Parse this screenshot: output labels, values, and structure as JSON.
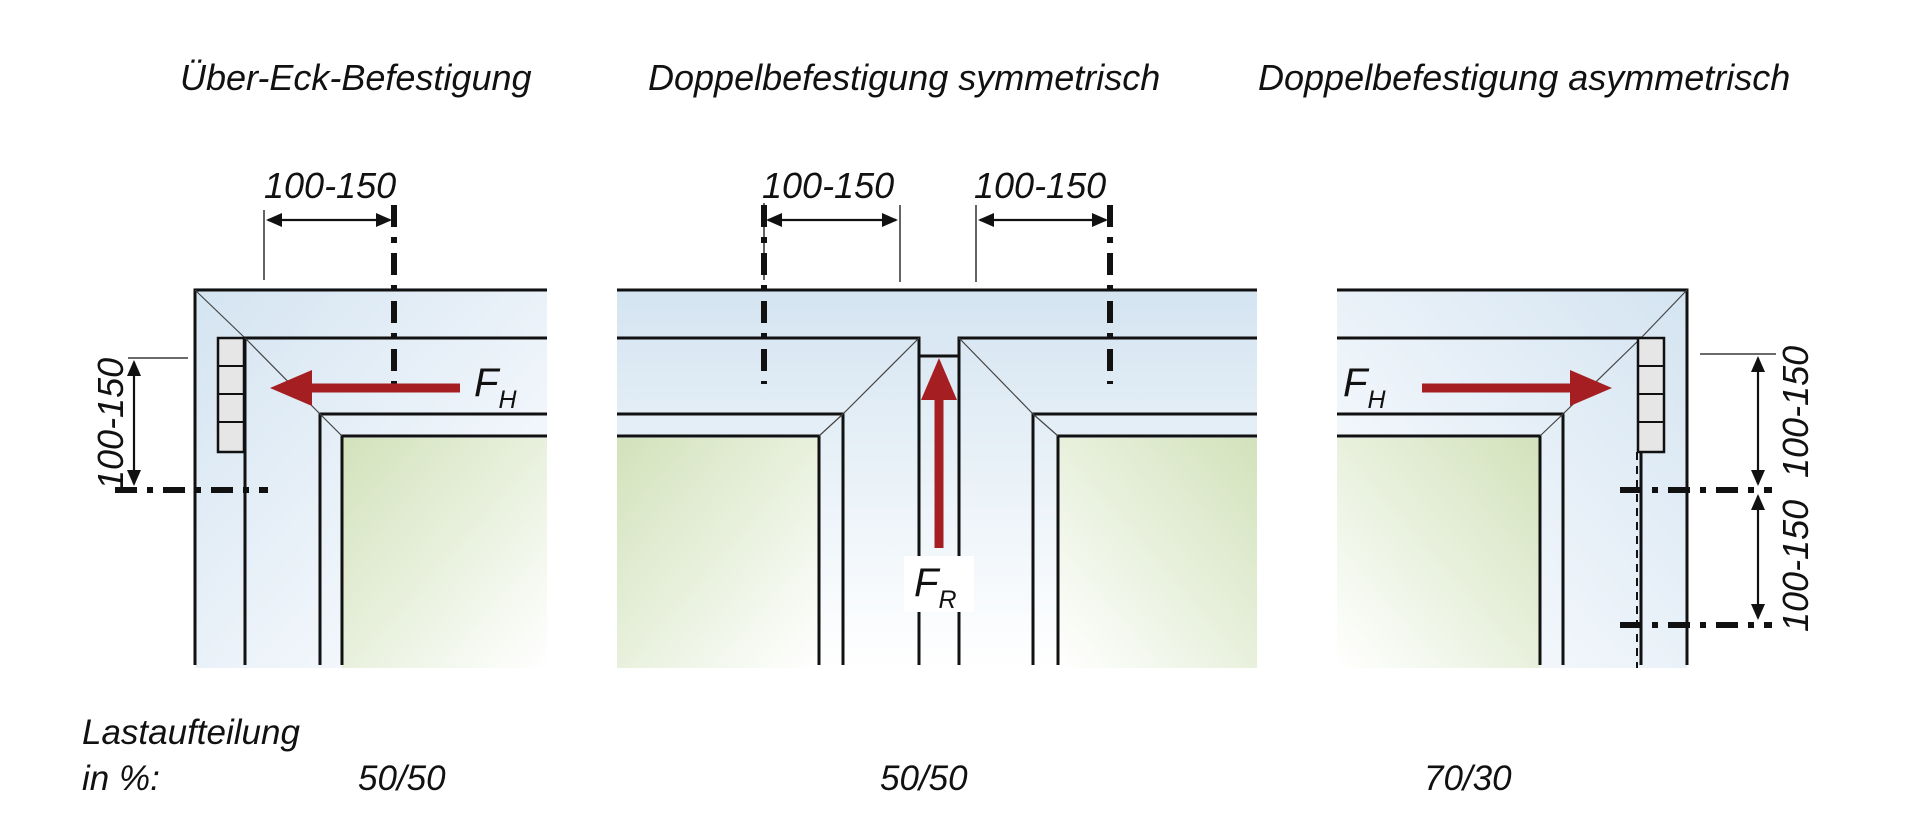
{
  "titles": {
    "left": "Über-Eck-Befestigung",
    "middle": "Doppelbefestigung symmetrisch",
    "right": "Doppelbefestigung asymmetrisch"
  },
  "dimensions": {
    "left_horizontal": "100-150",
    "left_vertical": "100-150",
    "middle_left": "100-150",
    "middle_right": "100-150",
    "right_upper": "100-150",
    "right_lower": "100-150"
  },
  "forces": {
    "left": {
      "symbol": "F",
      "subscript": "H"
    },
    "middle": {
      "symbol": "F",
      "subscript": "R"
    },
    "right": {
      "symbol": "F",
      "subscript": "H"
    }
  },
  "load_split": {
    "label_line1": "Lastaufteilung",
    "label_line2": "in %:",
    "left": "50/50",
    "middle": "50/50",
    "right": "70/30"
  },
  "colors": {
    "force_arrow": "#a51e22",
    "frame_tint": "#dce9f3",
    "glass_tint": "#dbe6c6",
    "line": "#111111"
  }
}
